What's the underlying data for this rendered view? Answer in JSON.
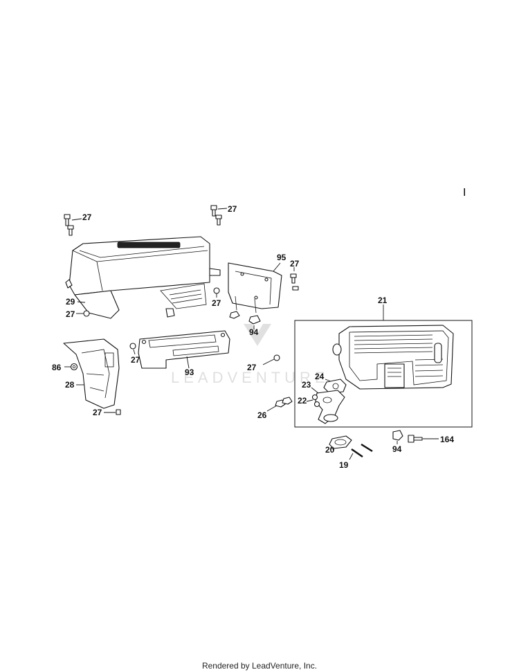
{
  "labels": {
    "p27a": "27",
    "p27b": "27",
    "p27c": "27",
    "p27d": "27",
    "p27e": "27",
    "p27f": "27",
    "p27g": "27",
    "p27h": "27",
    "p29": "29",
    "p95": "95",
    "p94a": "94",
    "p93": "93",
    "p86": "86",
    "p28": "28",
    "p21": "21",
    "p24": "24",
    "p23": "23",
    "p22": "22",
    "p26": "26",
    "p20": "20",
    "p19": "19",
    "p94b": "94",
    "p164": "164"
  },
  "watermark": "LEADVENTURE",
  "corner_mark": "I",
  "footer": "Rendered by LeadVenture, Inc."
}
